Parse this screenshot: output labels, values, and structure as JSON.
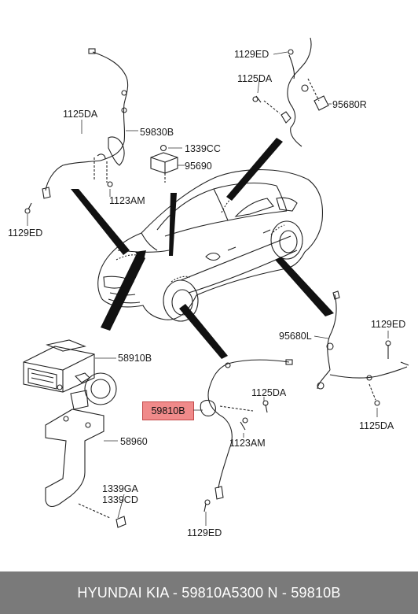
{
  "labels": {
    "l_1129ED_top": "1129ED",
    "l_1125DA_top": "1125DA",
    "l_95680R": "95680R",
    "l_1125DA_left": "1125DA",
    "l_59830B": "59830B",
    "l_1339CC": "1339CC",
    "l_95690": "95690",
    "l_1123AM_left": "1123AM",
    "l_1129ED_left": "1129ED",
    "l_58910B": "58910B",
    "l_95680L": "95680L",
    "l_1129ED_right": "1129ED",
    "l_1125DA_mid": "1125DA",
    "l_1125DA_right": "1125DA",
    "l_1123AM_mid": "1123AM",
    "l_58960": "58960",
    "l_1339GA": "1339GA",
    "l_1339CD": "1339CD",
    "l_1129ED_bottom": "1129ED"
  },
  "highlight": {
    "label": "59810B",
    "color": "#f08a8a"
  },
  "footer": {
    "text": "HYUNDAI  KIA - 59810A5300     N - 59810B",
    "background": "#7a7a7a"
  }
}
